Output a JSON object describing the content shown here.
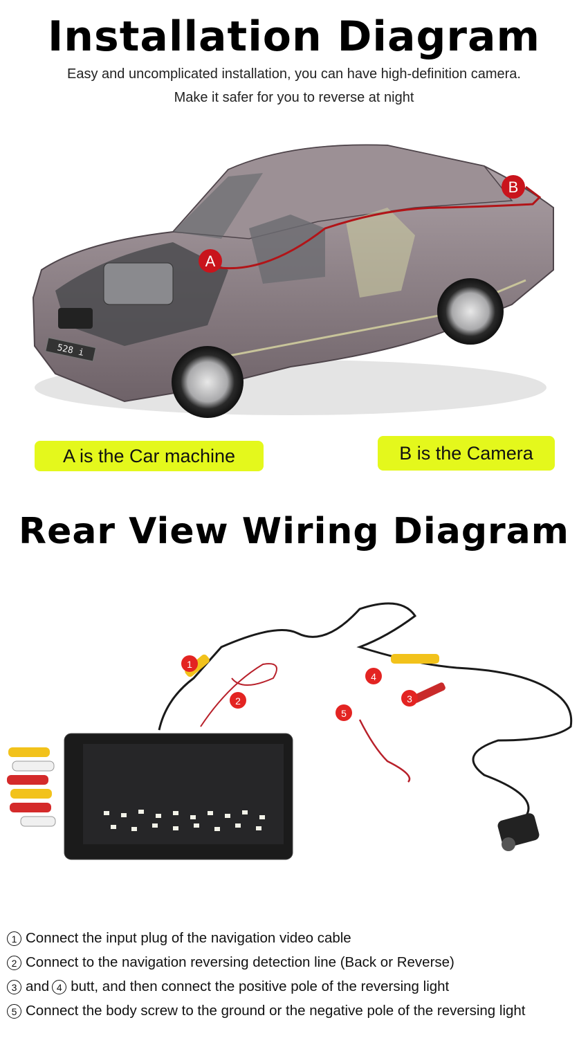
{
  "header": {
    "title": "Installation Diagram",
    "subtitle_line1": "Easy and uncomplicated installation, you can have high-definition camera.",
    "subtitle_line2": "Make it safer for you to reverse at night"
  },
  "car_diagram": {
    "marker_a": "A",
    "marker_b": "B",
    "badge_plate": "528 i",
    "label_a": "A is the Car machine",
    "label_b": "B is the Camera"
  },
  "wiring": {
    "title": "Rear View Wiring Diagram",
    "callouts": [
      "1",
      "2",
      "3",
      "4",
      "5"
    ],
    "notes": [
      {
        "num": "1",
        "text": "Connect the input plug of the navigation video cable"
      },
      {
        "num": "2",
        "text": "Connect to the navigation reversing detection line (Back or Reverse)"
      },
      {
        "num": "3",
        "text": "and"
      },
      {
        "num": "4",
        "text": "butt, and then connect the positive pole of the reversing light"
      },
      {
        "num": "5",
        "text": "Connect the body screw to the ground or the negative pole of the reversing light"
      }
    ]
  },
  "colors": {
    "label_highlight": "#e4f81c",
    "marker_red": "#c9141c",
    "rca_yellow": "#f2c21b",
    "car_body": "#8e8086"
  }
}
